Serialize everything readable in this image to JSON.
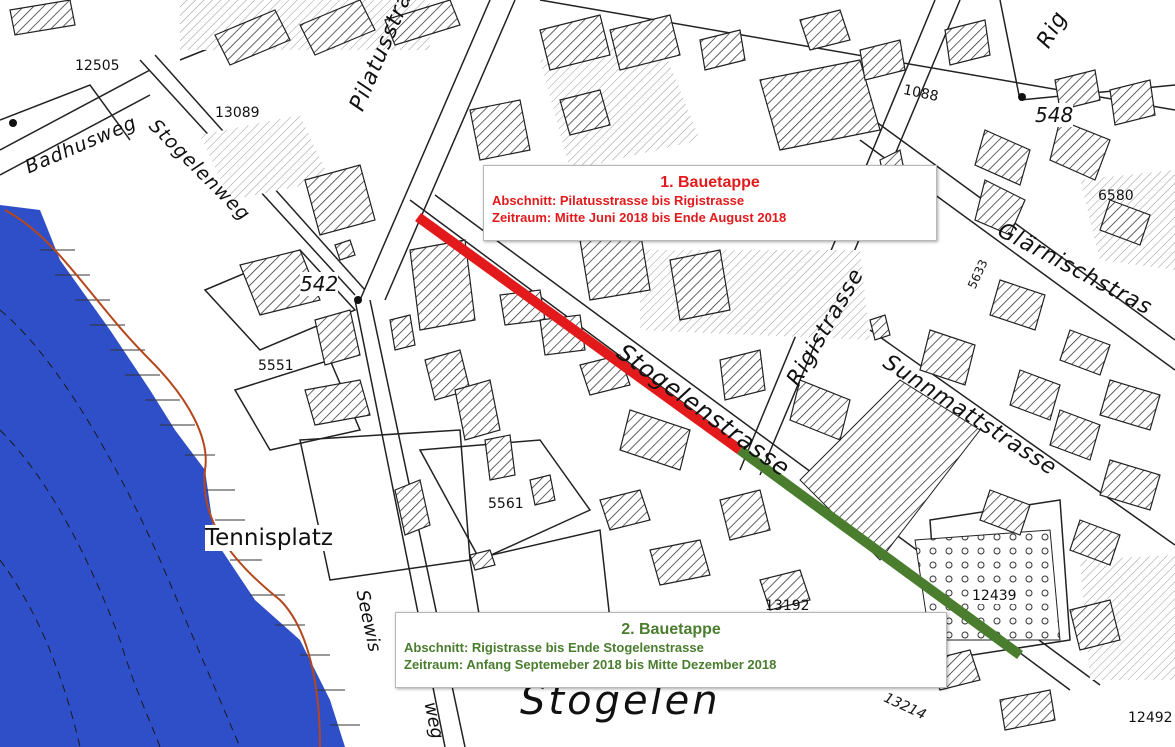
{
  "stage1": {
    "title": "1. Bauetappe",
    "abschnitt": "Abschnitt: Pilatusstrasse bis Rigistrasse",
    "zeitraum": "Zeitraum: Mitte Juni 2018 bis Ende August 2018",
    "color": "#e31a1c"
  },
  "stage2": {
    "title": "2. Bauetappe",
    "abschnitt": "Abschnitt: Rigistrasse bis Ende Stogelenstrasse",
    "zeitraum": "Zeitraum: Anfang Septemeber 2018 bis Mitte Dezember 2018",
    "color": "#4a7d2e"
  },
  "streets": {
    "pilatus": "Pilatusstrasse",
    "stogelenweg": "Stogelenweg",
    "badhusweg": "Badhusweg",
    "stogelenstrasse": "Stogelenstrasse",
    "rigistrasse": "Rigistrasse",
    "rigi_top": "Rig",
    "sunnmatt": "Sunnmattstrasse",
    "glarnisch": "Glärnischstras",
    "seewis_a": "Seewis",
    "seewis_b": "weg"
  },
  "places": {
    "tennisplatz": "Tennisplatz",
    "stogelen": "Stogelen"
  },
  "parcels": {
    "p12505": "12505",
    "p13089": "13089",
    "p542": "542",
    "p5551": "5551",
    "p5561": "5561",
    "p1088": "1088",
    "p548": "548",
    "p6580": "6580",
    "p5633": "5633",
    "p13192": "13192",
    "p12439": "12439",
    "p13214": "13214",
    "p12492": "12492"
  },
  "colors": {
    "lake": "#2f4fc9",
    "shore": "#b5471e",
    "hatch": "#222222"
  }
}
